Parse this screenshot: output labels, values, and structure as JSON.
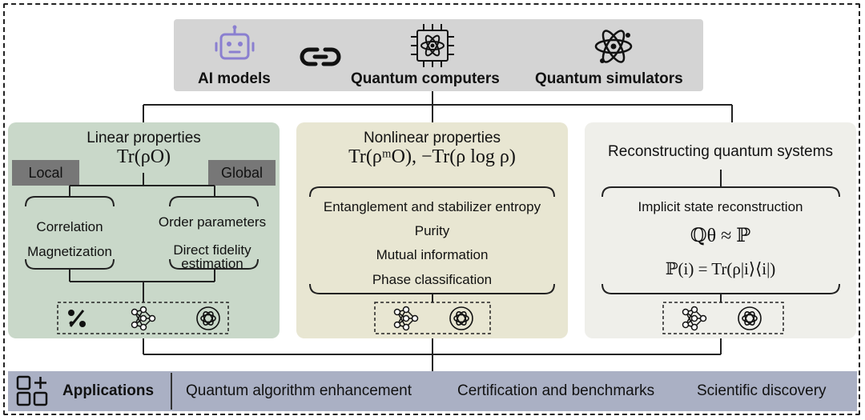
{
  "top": {
    "ai_models": "AI models",
    "quantum_computers": "Quantum computers",
    "quantum_simulators": "Quantum simulators"
  },
  "linear": {
    "title": "Linear properties",
    "formula": "Tr(ρO)",
    "local": "Local",
    "global": "Global",
    "items_left": [
      "Correlation",
      "Magnetization"
    ],
    "items_right": [
      "Order parameters",
      "Direct fidelity",
      "estimation"
    ]
  },
  "nonlinear": {
    "title": "Nonlinear properties",
    "formula": "Tr(ρᵐO), −Tr(ρ log ρ)",
    "items": [
      "Entanglement and stabilizer entropy",
      "Purity",
      "Mutual information",
      "Phase classification"
    ]
  },
  "reconstruct": {
    "title": "Reconstructing quantum systems",
    "item": "Implicit state reconstruction",
    "formula1": "ℚθ ≈ ℙ",
    "formula2": "ℙ(i) = Tr(ρ|i⟩⟨i|)"
  },
  "apps": {
    "label": "Applications",
    "items": [
      "Quantum algorithm enhancement",
      "Certification and benchmarks",
      "Scientific discovery"
    ]
  }
}
